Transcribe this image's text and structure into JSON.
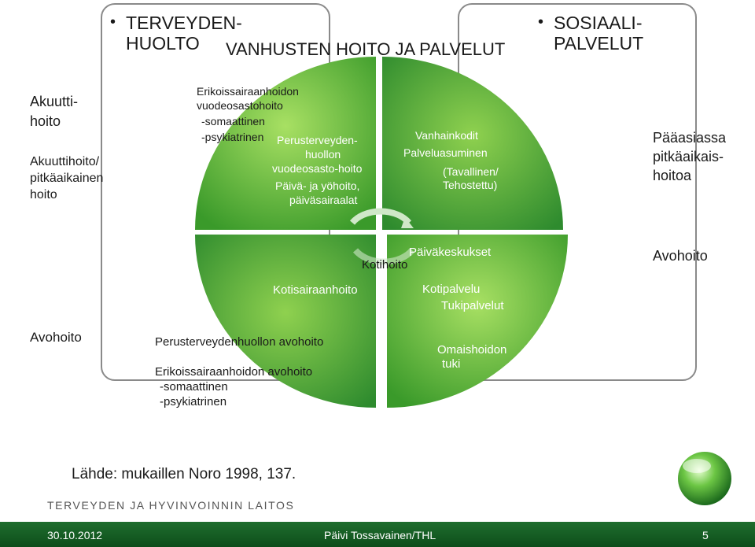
{
  "header": {
    "left_title_line1": "TERVEYDEN-",
    "left_title_line2": "HUOLTO",
    "center_title": "VANHUSTEN HOITO JA PALVELUT",
    "right_title_line1": "SOSIAALI-",
    "right_title_line2": "PALVELUT"
  },
  "left_column": {
    "acute_line1": "Akuutti-",
    "acute_line2": "hoito",
    "acute_long_line1": "Akuuttihoito/",
    "acute_long_line2": "pitkäaikainen",
    "acute_long_line3": "hoito",
    "outpatient": "Avohoito"
  },
  "right_column": {
    "mainly_line1": "Pääasiassa",
    "mainly_line2": "pitkäaikais-",
    "mainly_line3": "hoitoa",
    "outpatient": "Avohoito"
  },
  "quadrant_top_left": {
    "specialist_line1": "Erikoissairaanhoidon",
    "specialist_line2": "vuodeosastohoito",
    "somatic": "-somaattinen",
    "psychiatric": "-psykiatrinen",
    "primary_line1": "Perusterveyden-",
    "primary_line2": "huollon",
    "primary_line3": "vuodeosasto-hoito",
    "day_line1": "Päivä- ja yöhoito,",
    "day_line2": "päiväsairaalat"
  },
  "quadrant_top_right": {
    "nursing_home": "Vanhainkodit",
    "service_housing": "Palveluasuminen",
    "type_line1": "(Tavallinen/",
    "type_line2": "Tehostettu)"
  },
  "quadrant_bottom_left": {
    "home_hospital": "Kotisairaanhoito",
    "primary_outpatient": "Perusterveydenhuollon avohoito",
    "specialist_outpatient": "Erikoissairaanhoidon avohoito",
    "somatic": "-somaattinen",
    "psychiatric": "-psykiatrinen"
  },
  "quadrant_bottom_right": {
    "day_centers": "Päiväkeskukset",
    "home_care": "Kotihoito",
    "home_service": "Kotipalvelu",
    "support_services": "Tukipalvelut",
    "caregiver_line1": "Omaishoidon",
    "caregiver_line2": "tuki"
  },
  "source": "Lähde: mukaillen Noro 1998, 137.",
  "logo_text": "TERVEYDEN JA HYVINVOINNIN LAITOS",
  "footer": {
    "date": "30.10.2012",
    "author": "Päivi Tossavainen/THL",
    "page": "5"
  },
  "colors": {
    "green_light": "#8fd14f",
    "green_dark": "#2f8f2f",
    "footer_green": "#1f6e2e"
  }
}
